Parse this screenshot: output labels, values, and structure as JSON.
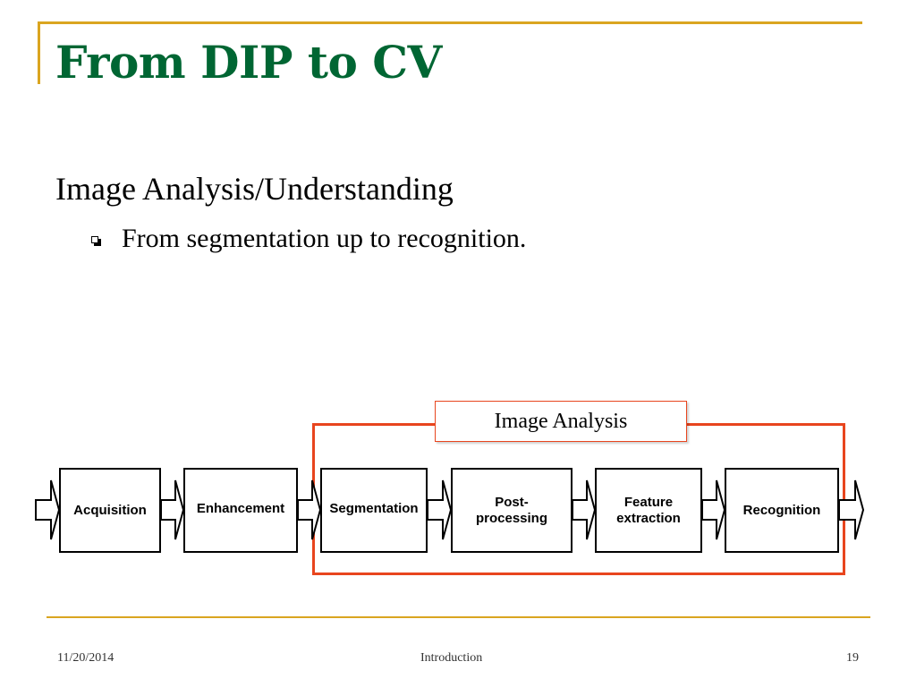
{
  "slide": {
    "title": "From DIP to CV",
    "heading": "Image Analysis/Understanding",
    "bullet": "From segmentation up to recognition."
  },
  "diagram": {
    "group_label": "Image Analysis",
    "stages": [
      {
        "label": "Acquisition"
      },
      {
        "label": "Enhancement"
      },
      {
        "label": "Segmentation"
      },
      {
        "label": "Post-\nprocessing"
      },
      {
        "label": "Feature\nextraction"
      },
      {
        "label": "Recognition"
      }
    ]
  },
  "footer": {
    "date": "11/20/2014",
    "center": "Introduction",
    "page": "19"
  },
  "colors": {
    "title": "#006633",
    "accent_rule": "#DAA520",
    "group_frame": "#E8451E"
  }
}
